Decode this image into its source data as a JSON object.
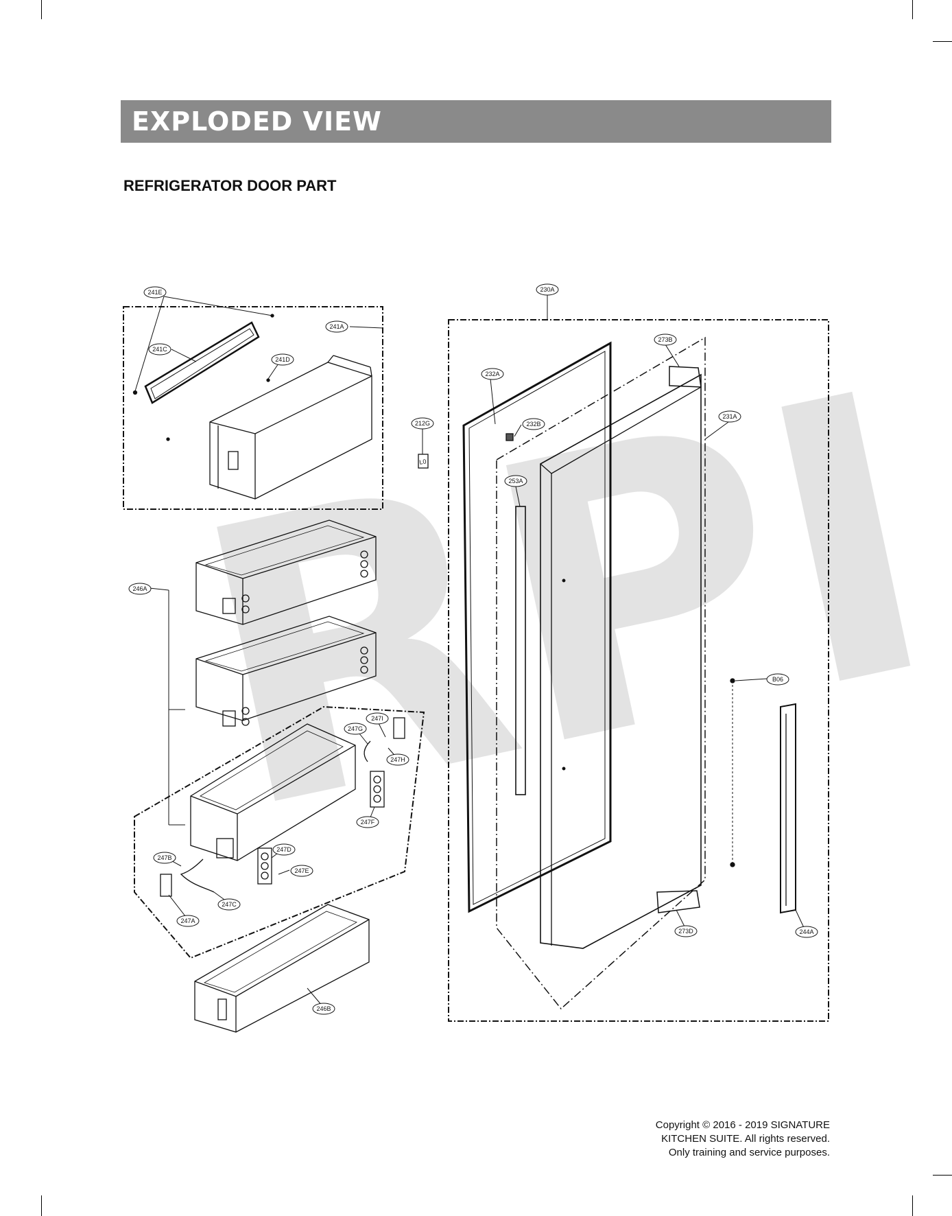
{
  "header": {
    "title": "EXPLODED VIEW"
  },
  "section": {
    "title": "REFRIGERATOR DOOR PART"
  },
  "watermark": {
    "text": "RPI"
  },
  "callouts": {
    "c241E": "241E",
    "c241A": "241A",
    "c241C": "241C",
    "c241D": "241D",
    "c230A": "230A",
    "c273B": "273B",
    "c232A": "232A",
    "c232B": "232B",
    "c212G": "212G",
    "c231A": "231A",
    "c253A": "253A",
    "c246A": "246A",
    "c247I": "247I",
    "c247G": "247G",
    "c247H": "247H",
    "c247F": "247F",
    "c247D": "247D",
    "c247E": "247E",
    "c247B": "247B",
    "c247C": "247C",
    "c247A": "247A",
    "c246B": "246B",
    "cB06": "B06",
    "c273D": "273D",
    "c244A": "244A"
  },
  "label_tag": "L0",
  "copyright": {
    "line1": "Copyright © 2016 - 2019 SIGNATURE",
    "line2": "KITCHEN SUITE. All rights reserved.",
    "line3": "Only training and service purposes."
  }
}
